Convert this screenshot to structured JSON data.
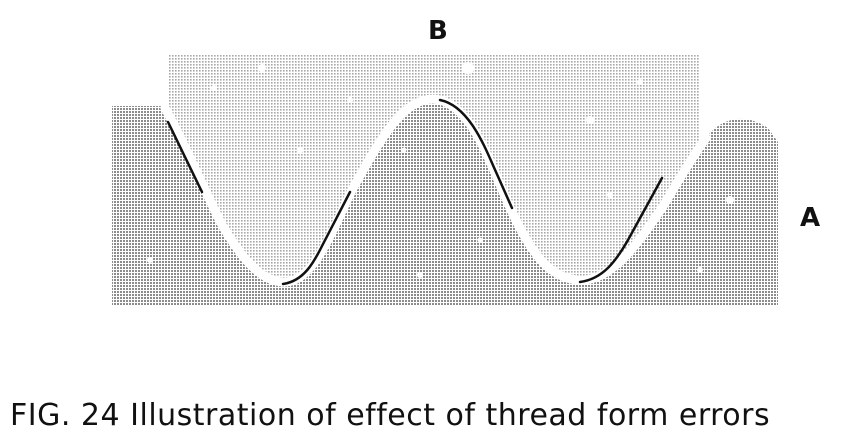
{
  "labels": {
    "top": "B",
    "side": "A"
  },
  "caption": "FIG. 24  Illustration of effect of thread form errors",
  "colors": {
    "shade": "#9a9a9a",
    "paper": "#ffffff",
    "ink": "#111111"
  }
}
